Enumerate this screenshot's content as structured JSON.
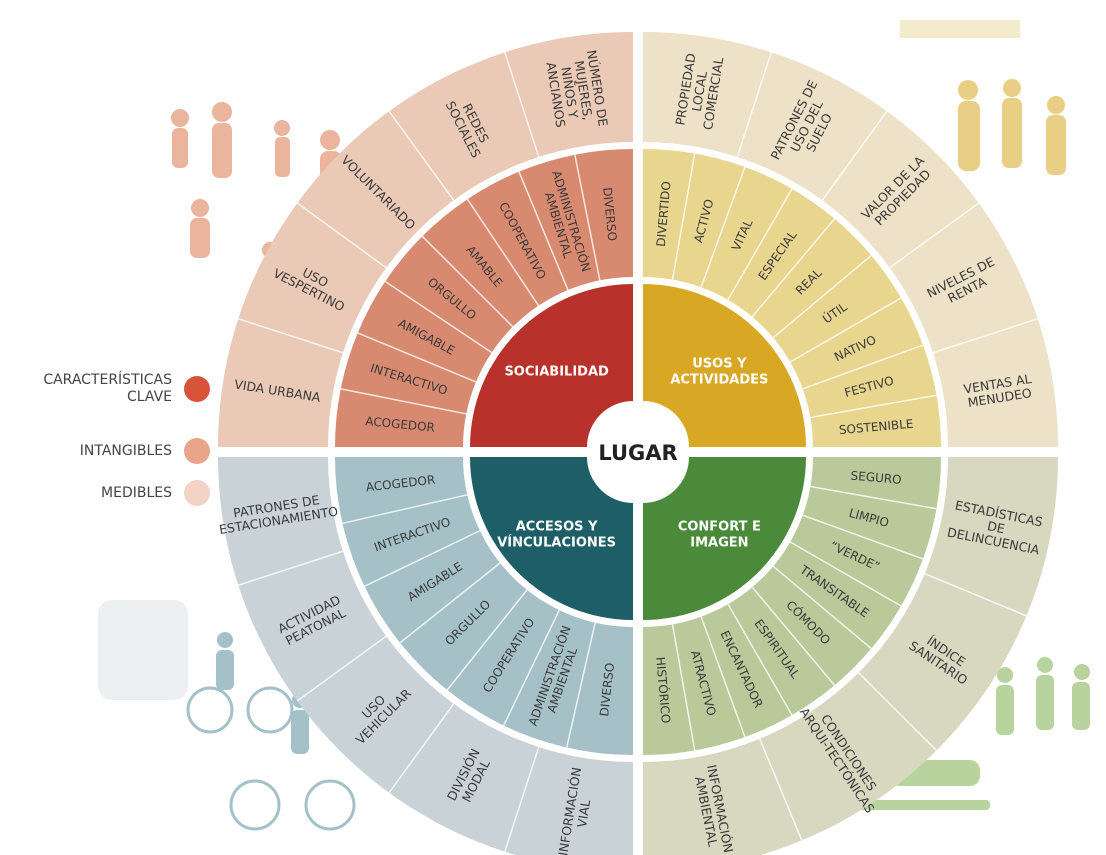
{
  "center": {
    "label": "LUGAR"
  },
  "colors": {
    "background": "#ffffff",
    "center_circle": "#ffffff",
    "separator": "#ffffff"
  },
  "legend": [
    {
      "label_lines": [
        "CARACTERÍSTICAS",
        "CLAVE"
      ],
      "color": "#d9533a"
    },
    {
      "label_lines": [
        "INTANGIBLES"
      ],
      "color": "#e8a58c"
    },
    {
      "label_lines": [
        "MEDIBLES"
      ],
      "color": "#f3d3c6"
    }
  ],
  "quadrants": [
    {
      "id": "sociabilidad",
      "title_lines": [
        "SOCIABILIDAD"
      ],
      "colors": {
        "core": "#b8322b",
        "mid": "#d88a70",
        "outer": "#eac9b6"
      },
      "intangibles": [
        "ACOGEDOR",
        "INTERACTIVO",
        "AMIGABLE",
        "ORGULLO",
        "AMABLE",
        "COOPERATIVO",
        "ADMINISTRACIÓN AMBIENTAL",
        "DIVERSO"
      ],
      "measurables": [
        "VIDA URBANA",
        "USO VESPERTINO",
        "VOLUNTARIADO",
        "REDES SOCIALES",
        "NÚMERO DE MUJERES, NIÑOS Y ANCIANOS"
      ]
    },
    {
      "id": "usos",
      "title_lines": [
        "USOS Y",
        "ACTIVIDADES"
      ],
      "colors": {
        "core": "#d8a825",
        "mid": "#e8d58e",
        "outer": "#ede1c7"
      },
      "intangibles": [
        "DIVERTIDO",
        "ACTIVO",
        "VITAL",
        "ESPECIAL",
        "REAL",
        "ÚTIL",
        "NATIVO",
        "FESTIVO",
        "SOSTENIBLE"
      ],
      "measurables": [
        "PROPIEDAD LOCAL COMERCIAL",
        "PATRONES DE USO DEL SUELO",
        "VALOR DE LA PROPIEDAD",
        "NIVELES DE RENTA",
        "VENTAS AL MENUDEO"
      ]
    },
    {
      "id": "confort",
      "title_lines": [
        "CONFORT E",
        "IMAGEN"
      ],
      "colors": {
        "core": "#4a8a3a",
        "mid": "#b9c999",
        "outer": "#d8d8c0"
      },
      "intangibles": [
        "SEGURO",
        "LIMPIO",
        "“VERDE”",
        "TRANSITABLE",
        "CÓMODO",
        "ESPIRITUAL",
        "ENCANTADOR",
        "ATRACTIVO",
        "HISTÓRICO"
      ],
      "measurables": [
        "ESTADÍSTICAS DE DELINCUENCIA",
        "ÍNDICE SANITARIO",
        "CONDICIONES ARQUI-TECTÓNICAS",
        "INFORMACIÓN AMBIENTAL"
      ]
    },
    {
      "id": "accesos",
      "title_lines": [
        "ACCESOS Y",
        "VÍNCULACIONES"
      ],
      "colors": {
        "core": "#1e5e66",
        "mid": "#a5c0c7",
        "outer": "#c9d3d7"
      },
      "intangibles": [
        "DIVERSO",
        "ADMINISTRACIÓN AMBIENTAL",
        "COOPERATIVO",
        "ORGULLO",
        "AMIGABLE",
        "INTERACTIVO",
        "ACOGEDOR"
      ],
      "measurables": [
        "INFORMACIÓN VIAL",
        "DIVISIÓN MODAL",
        "USO VEHICULAR",
        "ACTIVIDAD PEATONAL",
        "PATRONES DE ESTACIONAMIENTO"
      ]
    }
  ]
}
